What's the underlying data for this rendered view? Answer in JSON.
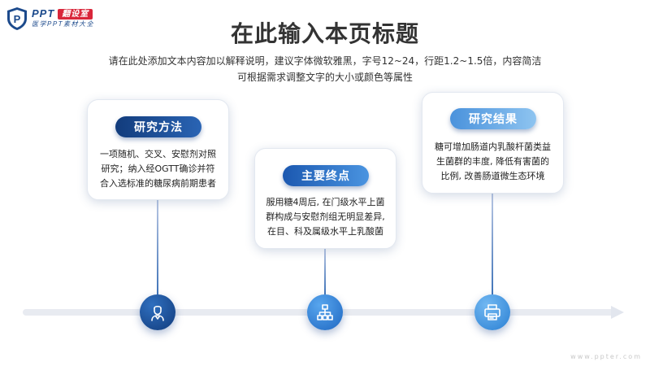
{
  "logo": {
    "brand": "PPT",
    "tag": "翻设室",
    "sub": "医学PPT素材大全"
  },
  "page": {
    "title": "在此输入本页标题",
    "subtitle_line1": "请在此处添加文本内容加以解释说明，建议字体微软雅黑，字号12~24，行距1.2~1.5倍，内容简洁",
    "subtitle_line2": "可根据需求调整文字的大小或颜色等属性"
  },
  "cards": [
    {
      "label": "研究方法",
      "text_lines": [
        "一项随机、交叉、安慰剂对照",
        "研究；纳入经OGTT确诊并符",
        "合入选标准的糖尿病前期患者"
      ],
      "icon": "doctor-icon"
    },
    {
      "label": "主要终点",
      "text_lines": [
        "服用糖4周后, 在门级水平上菌",
        "群构成与安慰剂组无明显差异,",
        "在目、科及属级水平上乳酸菌"
      ],
      "icon": "hierarchy-icon"
    },
    {
      "label": "研究结果",
      "text_lines": [
        "糖可增加肠道内乳酸杆菌类益",
        "生菌群的丰度, 降低有害菌的",
        "比例, 改善肠道微生态环境"
      ],
      "icon": "printer-icon"
    }
  ],
  "watermark": "www.ppter.com",
  "colors": {
    "dark_blue": "#123c7c",
    "mid_blue": "#1f68c2",
    "light_blue": "#4a92dc",
    "axis": "#e8ebf1"
  }
}
